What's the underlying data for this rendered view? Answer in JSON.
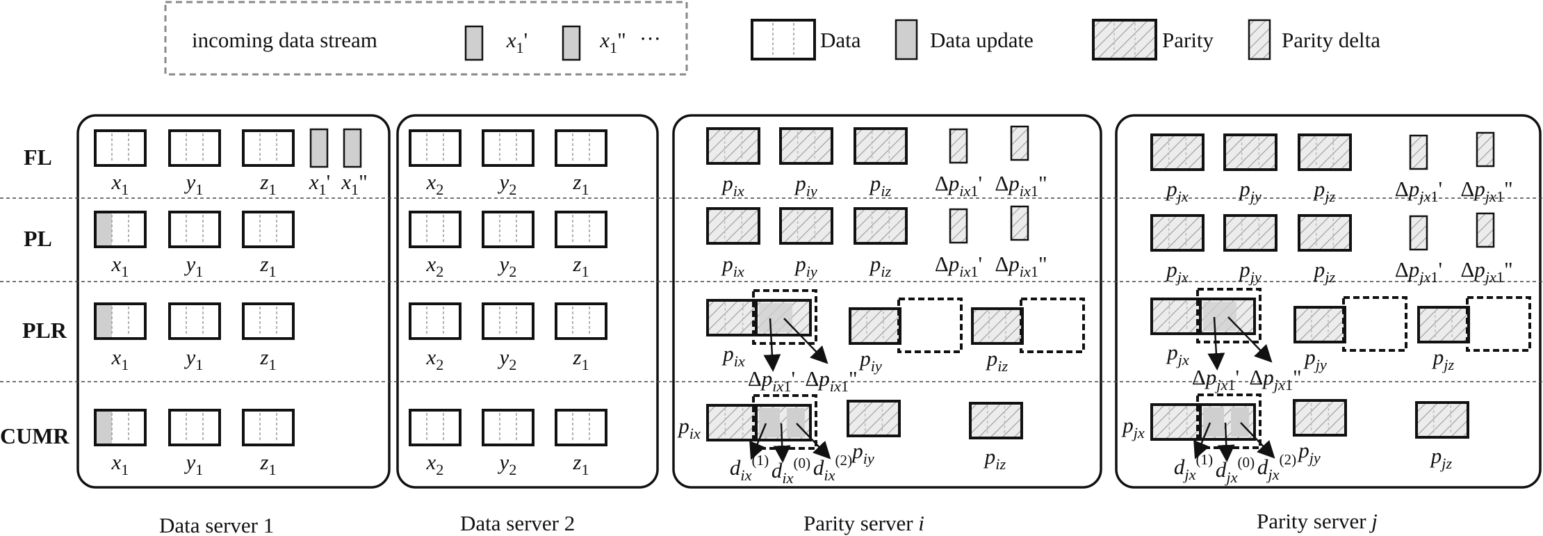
{
  "legend": {
    "stream_label": "incoming data stream",
    "stream_items": [
      "x1'",
      "x1''"
    ],
    "ellipsis": "···",
    "types": [
      "Data",
      "Data update",
      "Parity",
      "Parity delta"
    ]
  },
  "row_labels": [
    "FL",
    "PL",
    "PLR",
    "CUMR"
  ],
  "server_captions": [
    {
      "text": "Data server 1",
      "suffix": ""
    },
    {
      "text": "Data server 2",
      "suffix": ""
    },
    {
      "text": "Parity server ",
      "suffix": "i"
    },
    {
      "text": "Parity server ",
      "suffix": "j"
    }
  ],
  "data_server_1": {
    "blocks": [
      "x1",
      "y1",
      "z1"
    ],
    "fl_updates": [
      "x1'",
      "x1''"
    ]
  },
  "data_server_2": {
    "blocks": [
      "x2",
      "y2",
      "z1"
    ]
  },
  "parity_server_i": {
    "parities": [
      "p_ix",
      "p_iy",
      "p_iz"
    ],
    "deltas": [
      "Δp_ix1'",
      "Δp_ix1''"
    ],
    "cumr_diffs": [
      "d_ix(1)",
      "d_ix(0)",
      "d_ix(2)"
    ]
  },
  "parity_server_j": {
    "parities": [
      "p_jx",
      "p_jy",
      "p_jz"
    ],
    "deltas": [
      "Δp_jx1'",
      "Δp_jx1''"
    ],
    "cumr_diffs": [
      "d_jx(1)",
      "d_jx(0)",
      "d_jx(2)"
    ]
  },
  "colors": {
    "update_fill": "#cfcfcf",
    "hatch_line": "#9a9a9a",
    "border": "#111111",
    "divider": "#444444",
    "legend_border": "#888888"
  }
}
